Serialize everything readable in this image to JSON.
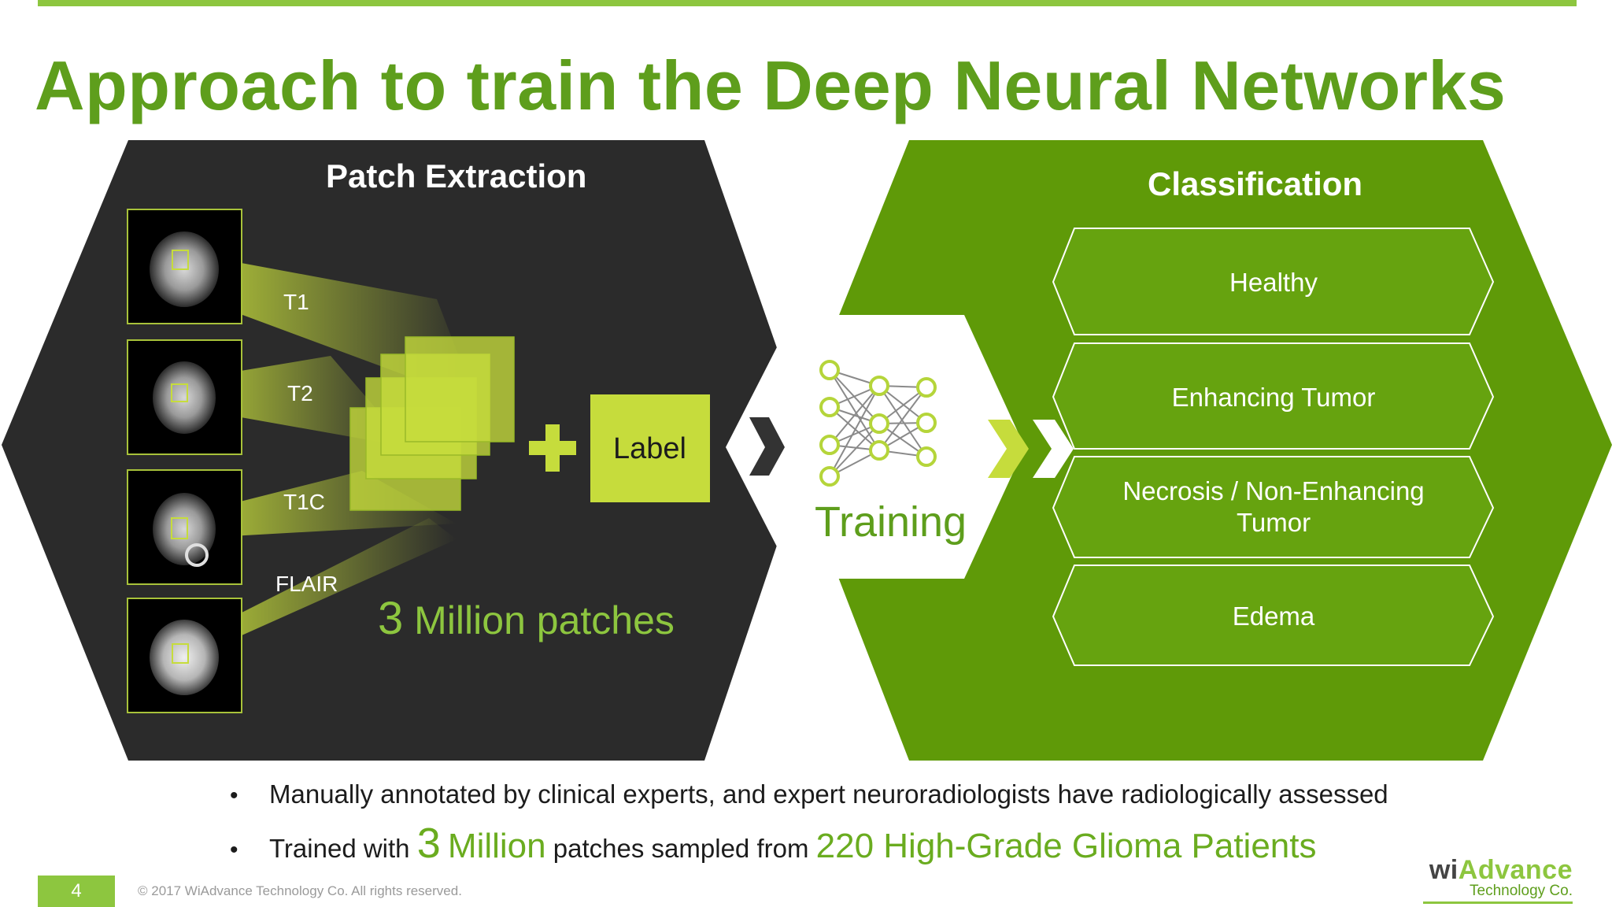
{
  "slide": {
    "title": "Approach to train the Deep Neural Networks"
  },
  "patch_extraction": {
    "title": "Patch Extraction",
    "modalities": [
      "T1",
      "T2",
      "T1C",
      "FLAIR"
    ],
    "label_box": "Label",
    "patches_num": "3",
    "patches_text": "Million patches"
  },
  "training": {
    "label": "Training"
  },
  "classification": {
    "title": "Classification",
    "classes": [
      {
        "line1": "Healthy",
        "line2": ""
      },
      {
        "line1": "Enhancing Tumor",
        "line2": ""
      },
      {
        "line1": "Necrosis / Non-Enhancing",
        "line2": "Tumor"
      },
      {
        "line1": "Edema",
        "line2": ""
      }
    ]
  },
  "bullets": {
    "b1": "Manually annotated by clinical experts, and expert neuroradiologists have radiologically assessed",
    "b2_pre": "Trained with",
    "b2_num": "3",
    "b2_mid_green": "Million",
    "b2_mid": "patches sampled from",
    "b2_end": "220 High-Grade Glioma Patients"
  },
  "footer": {
    "page_number": "4",
    "copyright": "© 2017 WiAdvance Technology Co. All rights reserved.",
    "logo_wi": "wi",
    "logo_advance": "Advance",
    "logo_sub": "Technology Co."
  },
  "colors": {
    "brand_green": "#8dc63f",
    "dark_green": "#5e9e1c",
    "hex_green": "#5f9a08",
    "hex_dark": "#2b2b2b",
    "patch_lime": "#c6dc3c"
  },
  "icons": [
    "brain-mri-icon",
    "neural-network-icon",
    "plus-icon",
    "chevron-right-icon",
    "double-chevron-right-icon"
  ]
}
